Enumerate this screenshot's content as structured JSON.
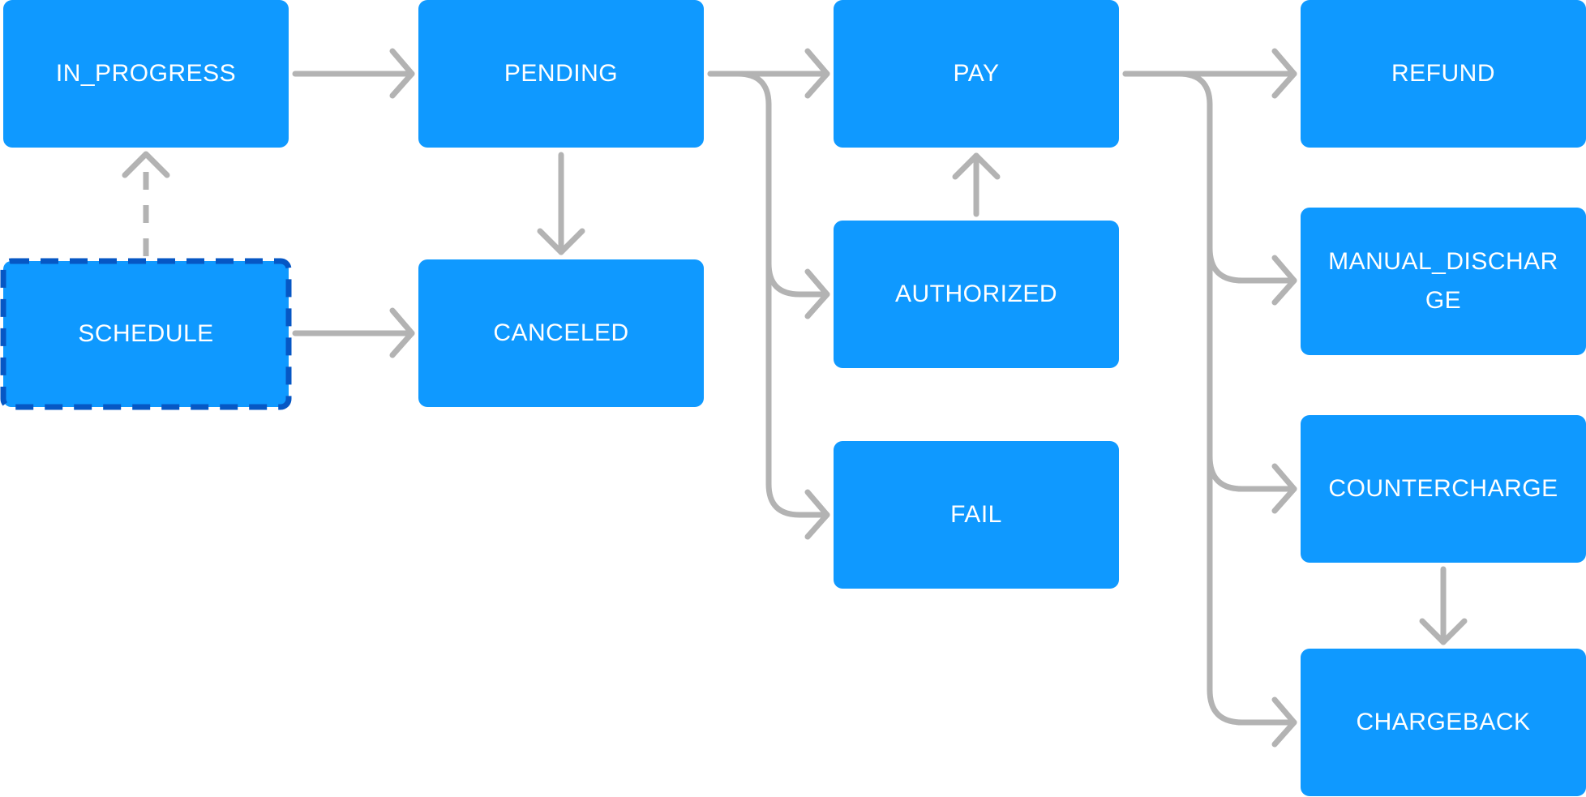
{
  "diagram": {
    "colors": {
      "node_fill": "#0f99ff",
      "node_text": "#ffffff",
      "edge": "#b3b3b3",
      "dashed_border": "#0657c4"
    },
    "nodes": {
      "in_progress": "IN_PROGRESS",
      "schedule": "SCHEDULE",
      "pending": "PENDING",
      "canceled": "CANCELED",
      "pay": "PAY",
      "authorized": "AUTHORIZED",
      "fail": "FAIL",
      "refund": "REFUND",
      "manual_discharge": "MANUAL_DISCHARGE",
      "countercharge": "COUNTERCHARGE",
      "chargeback": "CHARGEBACK"
    },
    "edges": [
      {
        "from": "in_progress",
        "to": "pending",
        "style": "solid"
      },
      {
        "from": "schedule",
        "to": "in_progress",
        "style": "dashed"
      },
      {
        "from": "schedule",
        "to": "canceled",
        "style": "solid"
      },
      {
        "from": "pending",
        "to": "canceled",
        "style": "solid"
      },
      {
        "from": "pending",
        "to": "pay",
        "style": "solid"
      },
      {
        "from": "pending",
        "to": "authorized",
        "style": "solid"
      },
      {
        "from": "pending",
        "to": "fail",
        "style": "solid"
      },
      {
        "from": "authorized",
        "to": "pay",
        "style": "solid"
      },
      {
        "from": "pay",
        "to": "refund",
        "style": "solid"
      },
      {
        "from": "pay",
        "to": "manual_discharge",
        "style": "solid"
      },
      {
        "from": "pay",
        "to": "countercharge",
        "style": "solid"
      },
      {
        "from": "pay",
        "to": "chargeback",
        "style": "solid"
      },
      {
        "from": "countercharge",
        "to": "chargeback",
        "style": "solid"
      }
    ]
  }
}
